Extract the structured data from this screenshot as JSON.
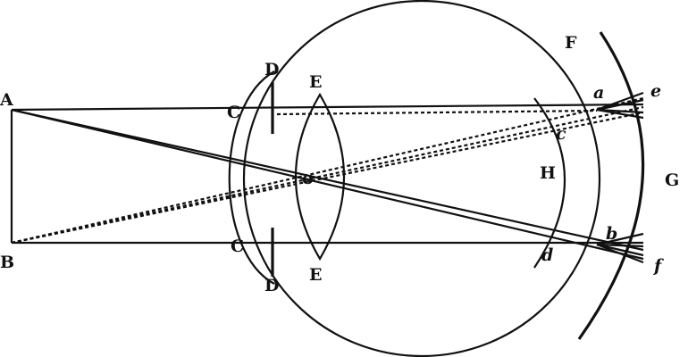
{
  "labels": {
    "A": "A",
    "B": "B",
    "C_top": "C",
    "C_bottom": "C",
    "D_top": "D",
    "D_bottom": "D",
    "E_top": "E",
    "E_bottom": "E",
    "F": "F",
    "G": "G",
    "H": "H",
    "a": "a",
    "b": "b",
    "c": "c",
    "d": "d",
    "e": "e",
    "f": "f",
    "o": "o"
  }
}
